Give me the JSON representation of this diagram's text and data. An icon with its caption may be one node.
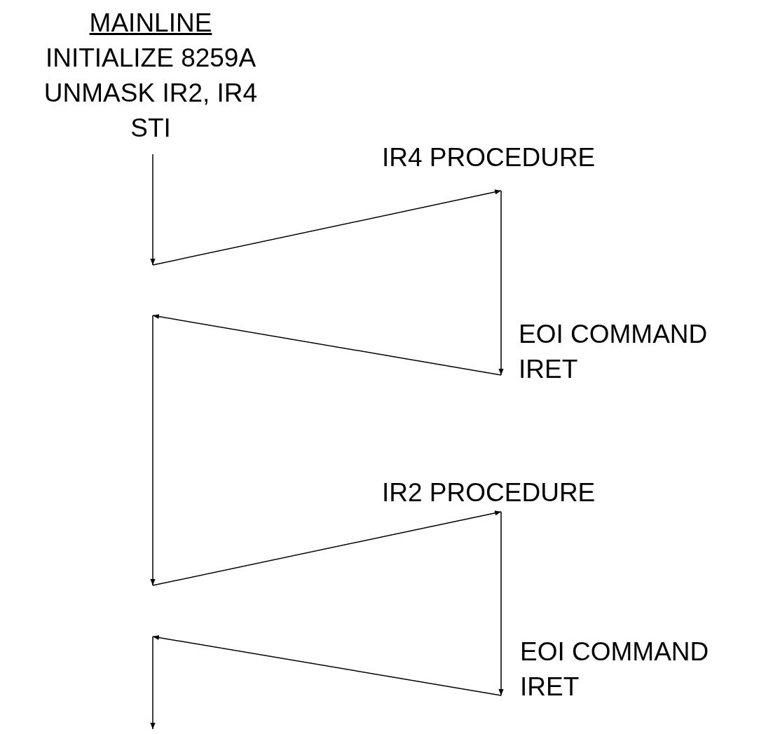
{
  "diagram": {
    "nodes": [
      {
        "text": [
          "MAINLINE",
          "INITIALIZE 8259A",
          "UNMASK IR2, IR4",
          "STI"
        ]
      },
      {
        "text": [
          "IR4 PROCEDURE"
        ]
      },
      {
        "text": [
          "EOI COMMAND",
          "IRET"
        ]
      },
      {
        "text": [
          "IR2 PROCEDURE"
        ]
      },
      {
        "text": [
          "EOI COMMAND",
          "IRET"
        ]
      }
    ],
    "edges": [
      {
        "from": 0,
        "to": null,
        "arrow": "to"
      },
      {
        "from": null,
        "to": 1,
        "arrow": "to"
      },
      {
        "from": 1,
        "to": 2,
        "arrow": "to"
      },
      {
        "from": 2,
        "to": null,
        "arrow": "to"
      },
      {
        "from": null,
        "to": 3,
        "arrow": "to"
      },
      {
        "from": 3,
        "to": 4,
        "arrow": "to"
      },
      {
        "from": 4,
        "to": null,
        "arrow": "to"
      }
    ]
  }
}
